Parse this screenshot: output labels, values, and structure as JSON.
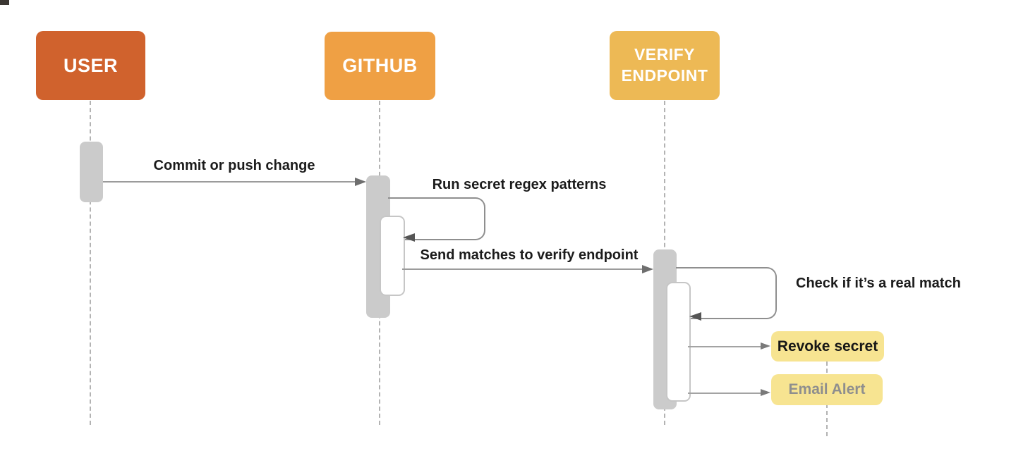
{
  "diagram": {
    "type": "sequence",
    "background": "#ffffff",
    "actors": [
      {
        "id": "user",
        "label": "USER",
        "fill": "#D0622D",
        "text_color": "#ffffff"
      },
      {
        "id": "github",
        "label": "GITHUB",
        "fill": "#EFA044",
        "text_color": "#ffffff"
      },
      {
        "id": "verify-endpoint",
        "label": "VERIFY ENDPOINT",
        "fill": "#EDB955",
        "text_color": "#ffffff"
      }
    ],
    "messages": [
      {
        "id": "commit",
        "label": "Commit or push change",
        "from": "user",
        "to": "github",
        "kind": "solid-arrow"
      },
      {
        "id": "regex",
        "label": "Run secret regex patterns",
        "from": "github",
        "to": "github",
        "kind": "self-loop"
      },
      {
        "id": "send",
        "label": "Send matches to verify endpoint",
        "from": "github",
        "to": "verify-endpoint",
        "kind": "solid-arrow"
      },
      {
        "id": "check",
        "label": "Check if it’s a real match",
        "from": "verify-endpoint",
        "to": "verify-endpoint",
        "kind": "self-loop"
      },
      {
        "id": "revoke",
        "label": "Revoke secret",
        "from": "verify-endpoint",
        "to": "revoke-note",
        "kind": "solid-arrow"
      },
      {
        "id": "email",
        "label": "Email Alert",
        "from": "verify-endpoint",
        "to": "email-note",
        "kind": "solid-arrow"
      }
    ],
    "notes": [
      {
        "id": "revoke-note",
        "label": "Revoke secret",
        "fill": "#F7E491",
        "text_color": "#161616"
      },
      {
        "id": "email-note",
        "label": "Email Alert",
        "fill": "#F7E491",
        "text_color": "#8E8E8E"
      }
    ],
    "colors": {
      "activation_bar": "#CBCBCB",
      "nested_bar_border": "#C6C6C6",
      "message_line": "#9B9B9B",
      "arrowhead": "#6E6E6E",
      "self_loop_arrowhead": "#555555",
      "lifeline": "#B3B3B3",
      "label_text": "#1B1B1B"
    }
  }
}
